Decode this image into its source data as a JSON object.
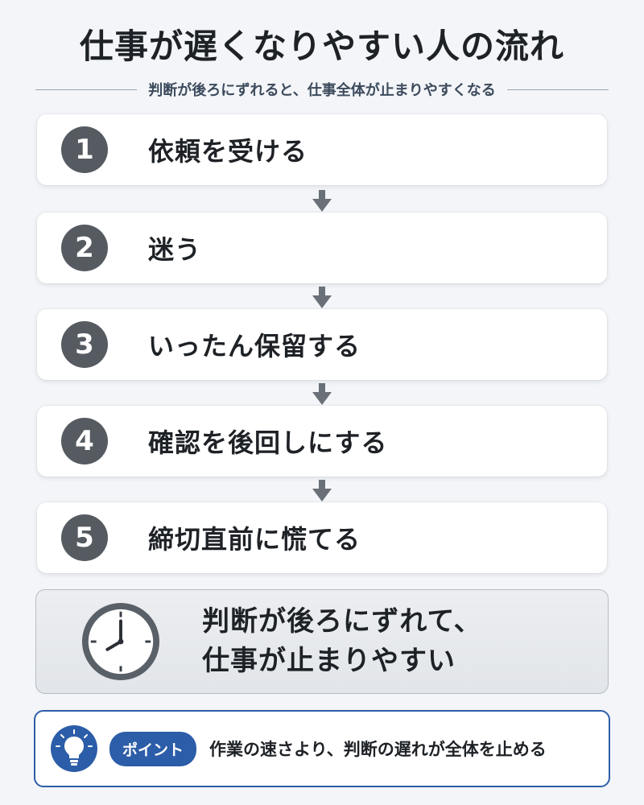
{
  "title": "仕事が遅くなりやすい人の流れ",
  "subtitle": "判断が後ろにずれると、仕事全体が止まりやすくなる",
  "steps": [
    {
      "number": "1",
      "label": "依頼を受ける"
    },
    {
      "number": "2",
      "label": "迷う"
    },
    {
      "number": "3",
      "label": "いったん保留する"
    },
    {
      "number": "4",
      "label": "確認を後回しにする"
    },
    {
      "number": "5",
      "label": "締切直前に慌てる"
    }
  ],
  "summary": {
    "icon": "clock-icon",
    "line1": "判断が後ろにずれて、",
    "line2": "仕事が止まりやすい"
  },
  "point": {
    "icon": "lightbulb-icon",
    "badge": "ポイント",
    "text": "作業の速さより、判断の遅れが全体を止める"
  },
  "colors": {
    "background": "#f3f5f8",
    "step_number": "#565b62",
    "arrow": "#6a7078",
    "accent": "#2c5da8"
  }
}
